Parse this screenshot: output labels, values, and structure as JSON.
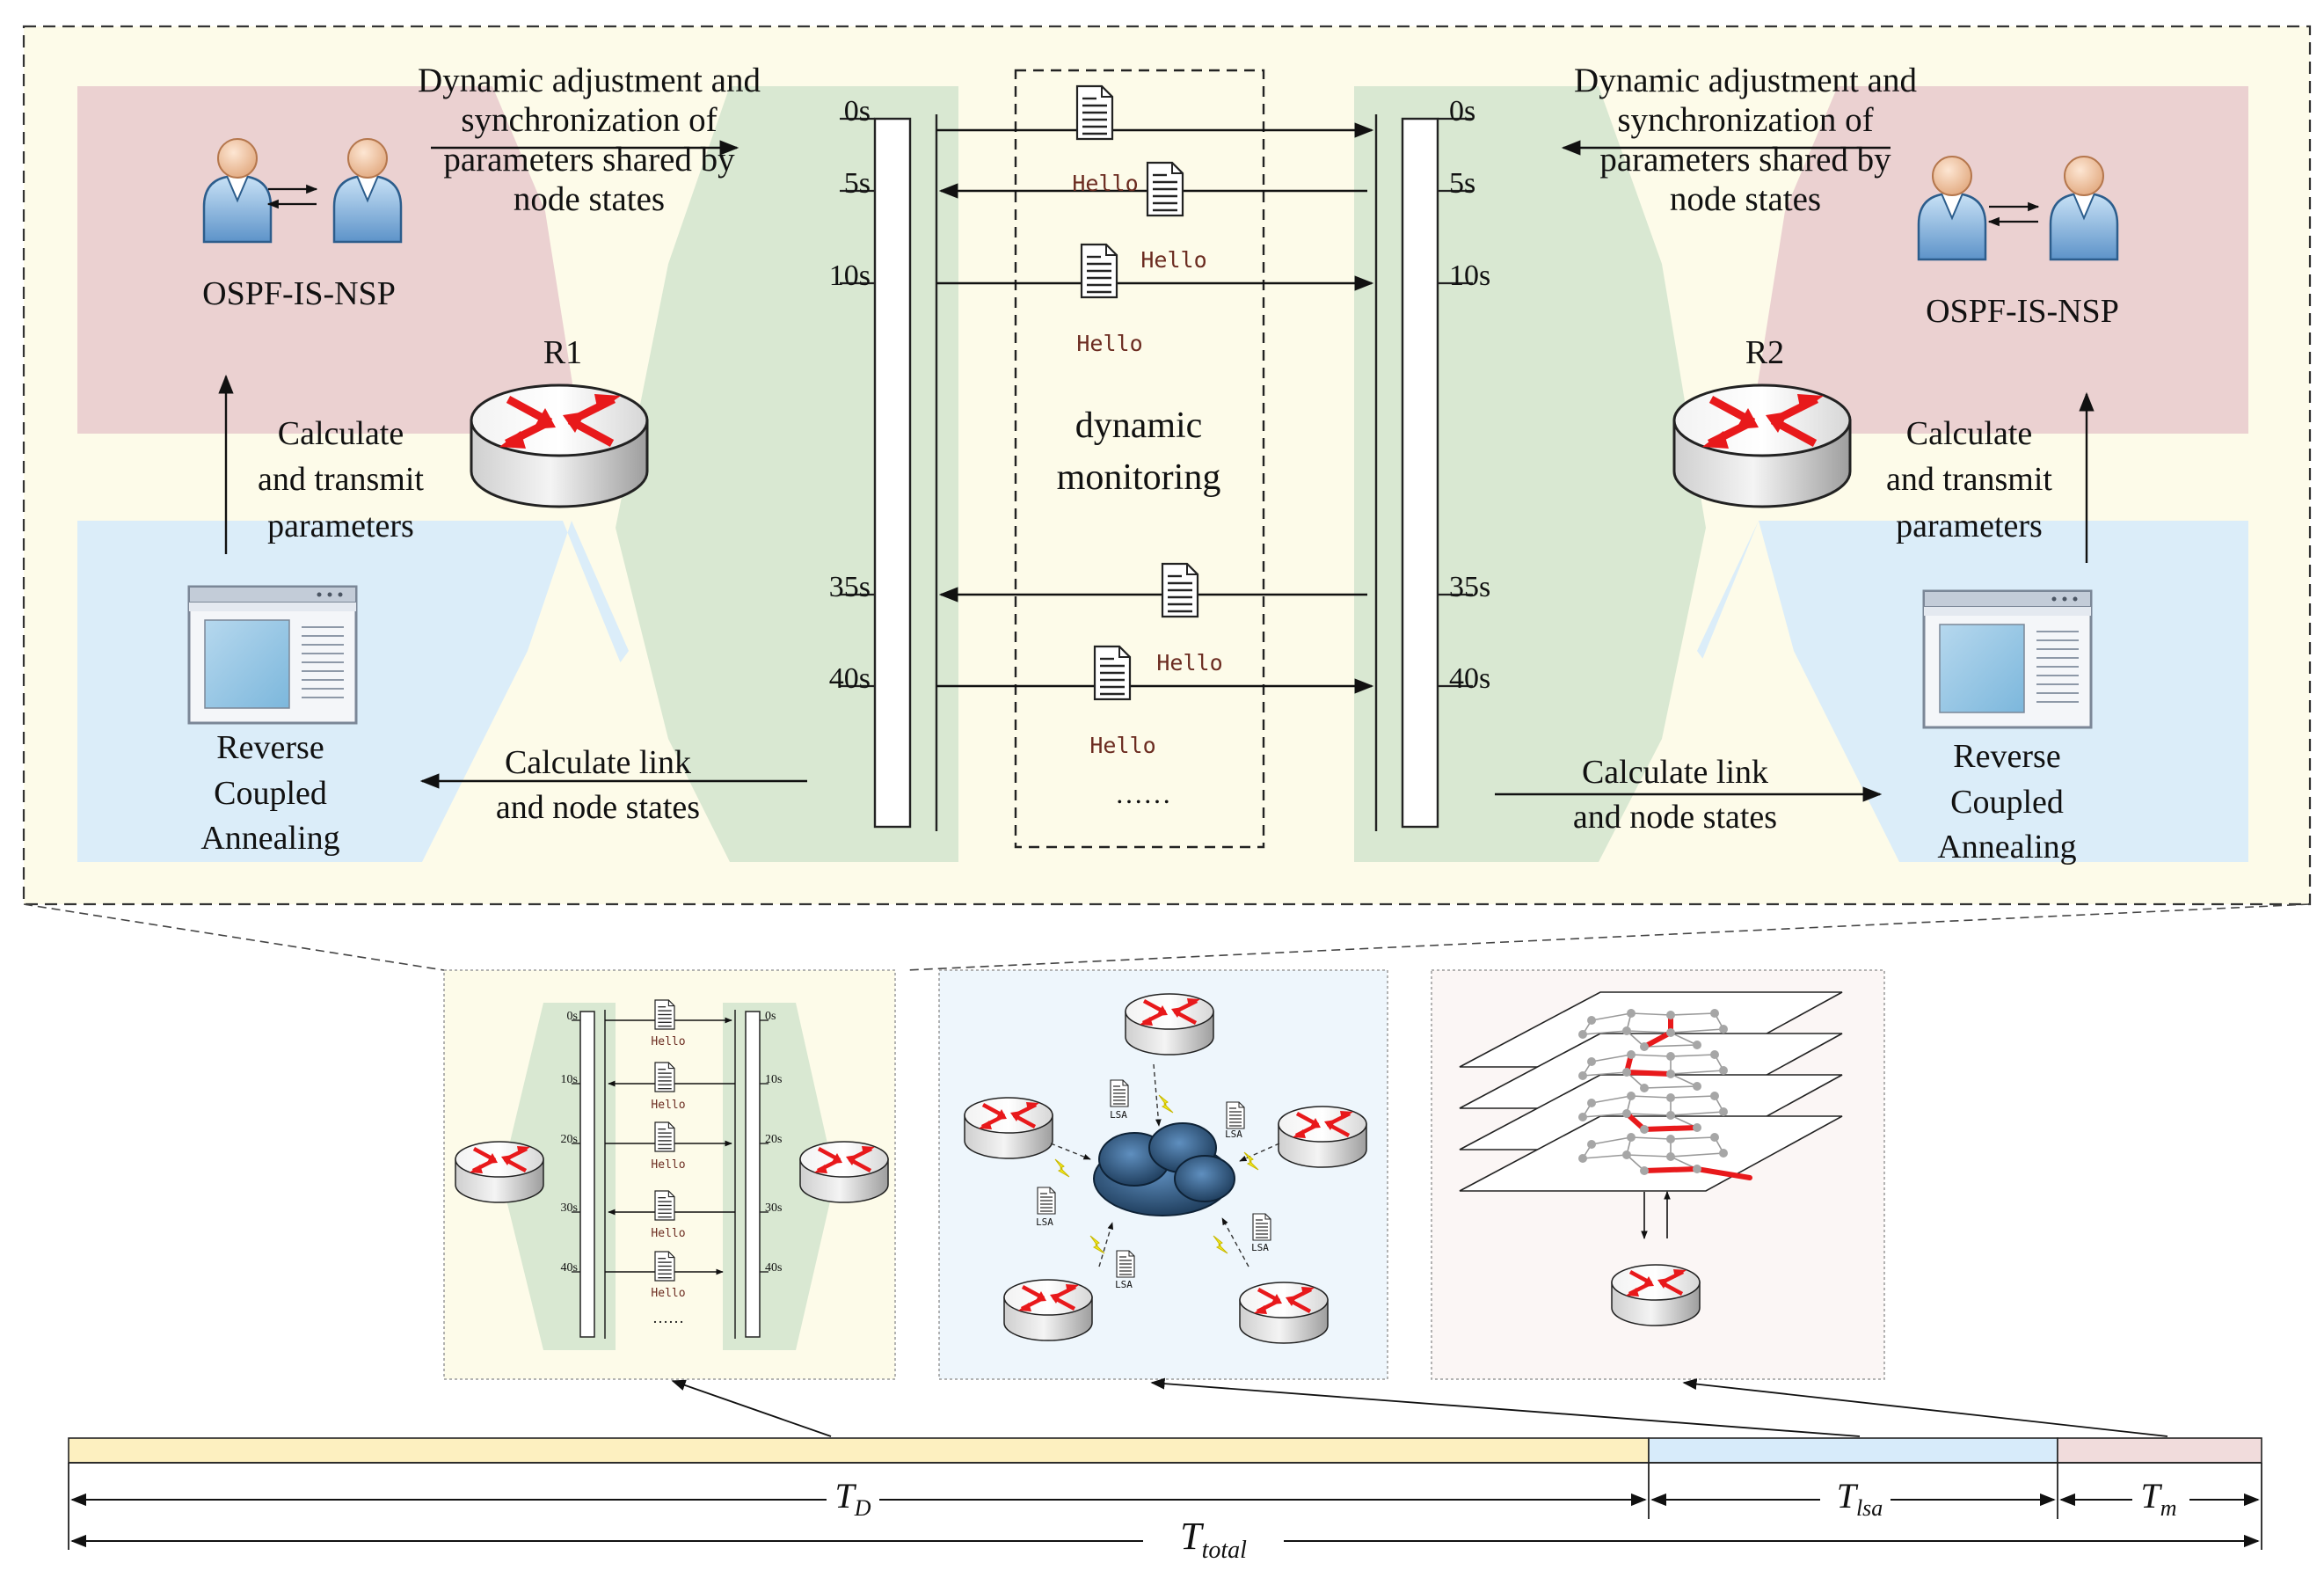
{
  "colors": {
    "panel_bg": "#fdfbe9",
    "pink": "#ebd1d1",
    "blue": "#dbedf9",
    "green": "#d9e8d2",
    "router_red": "#e8191b",
    "bar_yellow": "#fdf0c0",
    "bar_blue": "#d7ebfa",
    "bar_pink": "#f1dcdc"
  },
  "left": {
    "sync_text": [
      "Dynamic adjustment and",
      "synchronization of",
      "parameters shared by",
      "node states"
    ],
    "protocol_label": "OSPF-IS-NSP",
    "router_label": "R1",
    "calc_transmit": [
      "Calculate",
      "and transmit",
      "parameters"
    ],
    "annealing": [
      "Reverse",
      "Coupled",
      "Annealing"
    ],
    "calc_link": [
      "Calculate link",
      "and node states"
    ]
  },
  "right": {
    "sync_text": [
      "Dynamic adjustment and",
      "synchronization of",
      "parameters shared by",
      "node states"
    ],
    "protocol_label": "OSPF-IS-NSP",
    "router_label": "R2",
    "calc_transmit": [
      "Calculate",
      "and transmit",
      "parameters"
    ],
    "annealing": [
      "Reverse",
      "Coupled",
      "Annealing"
    ],
    "calc_link": [
      "Calculate link",
      "and node states"
    ]
  },
  "timeline": {
    "times": [
      "0s",
      "5s",
      "10s",
      "35s",
      "40s"
    ],
    "hello": "Hello",
    "monitor": [
      "dynamic",
      "monitoring"
    ],
    "ellipsis": "……"
  },
  "mini_timeline": {
    "times": [
      "0s",
      "10s",
      "20s",
      "30s",
      "40s"
    ],
    "hello": "Hello",
    "ellipsis": "……"
  },
  "lsa_panel": {
    "lsa": "LSA"
  },
  "bottom": {
    "td": "T",
    "td_sub": "D",
    "tlsa": "T",
    "tlsa_sub": "lsa",
    "tm": "T",
    "tm_sub": "m",
    "ttotal": "T",
    "ttotal_sub": "total"
  }
}
